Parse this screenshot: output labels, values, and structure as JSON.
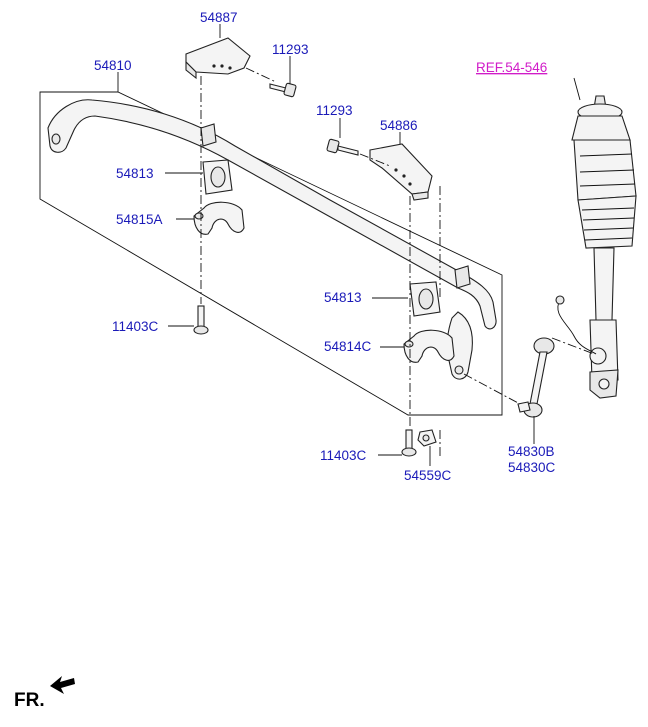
{
  "labels": {
    "stabilizer_bar": "54810",
    "bracket_left": "54887",
    "bolt_left": "11293",
    "bolt_right": "11293",
    "bracket_right": "54886",
    "bushing_left": "54813",
    "clamp_left": "54815A",
    "bolt_bottom_left": "11403C",
    "bushing_right": "54813",
    "clamp_right": "54814C",
    "bolt_bottom_right": "11403C",
    "nut": "54559C",
    "link_b": "54830B",
    "link_c": "54830C",
    "ref": "REF.54-546",
    "front_indicator": "FR."
  },
  "colors": {
    "label": "#1a1ab8",
    "ref": "#d11cc8",
    "line": "#111111"
  }
}
